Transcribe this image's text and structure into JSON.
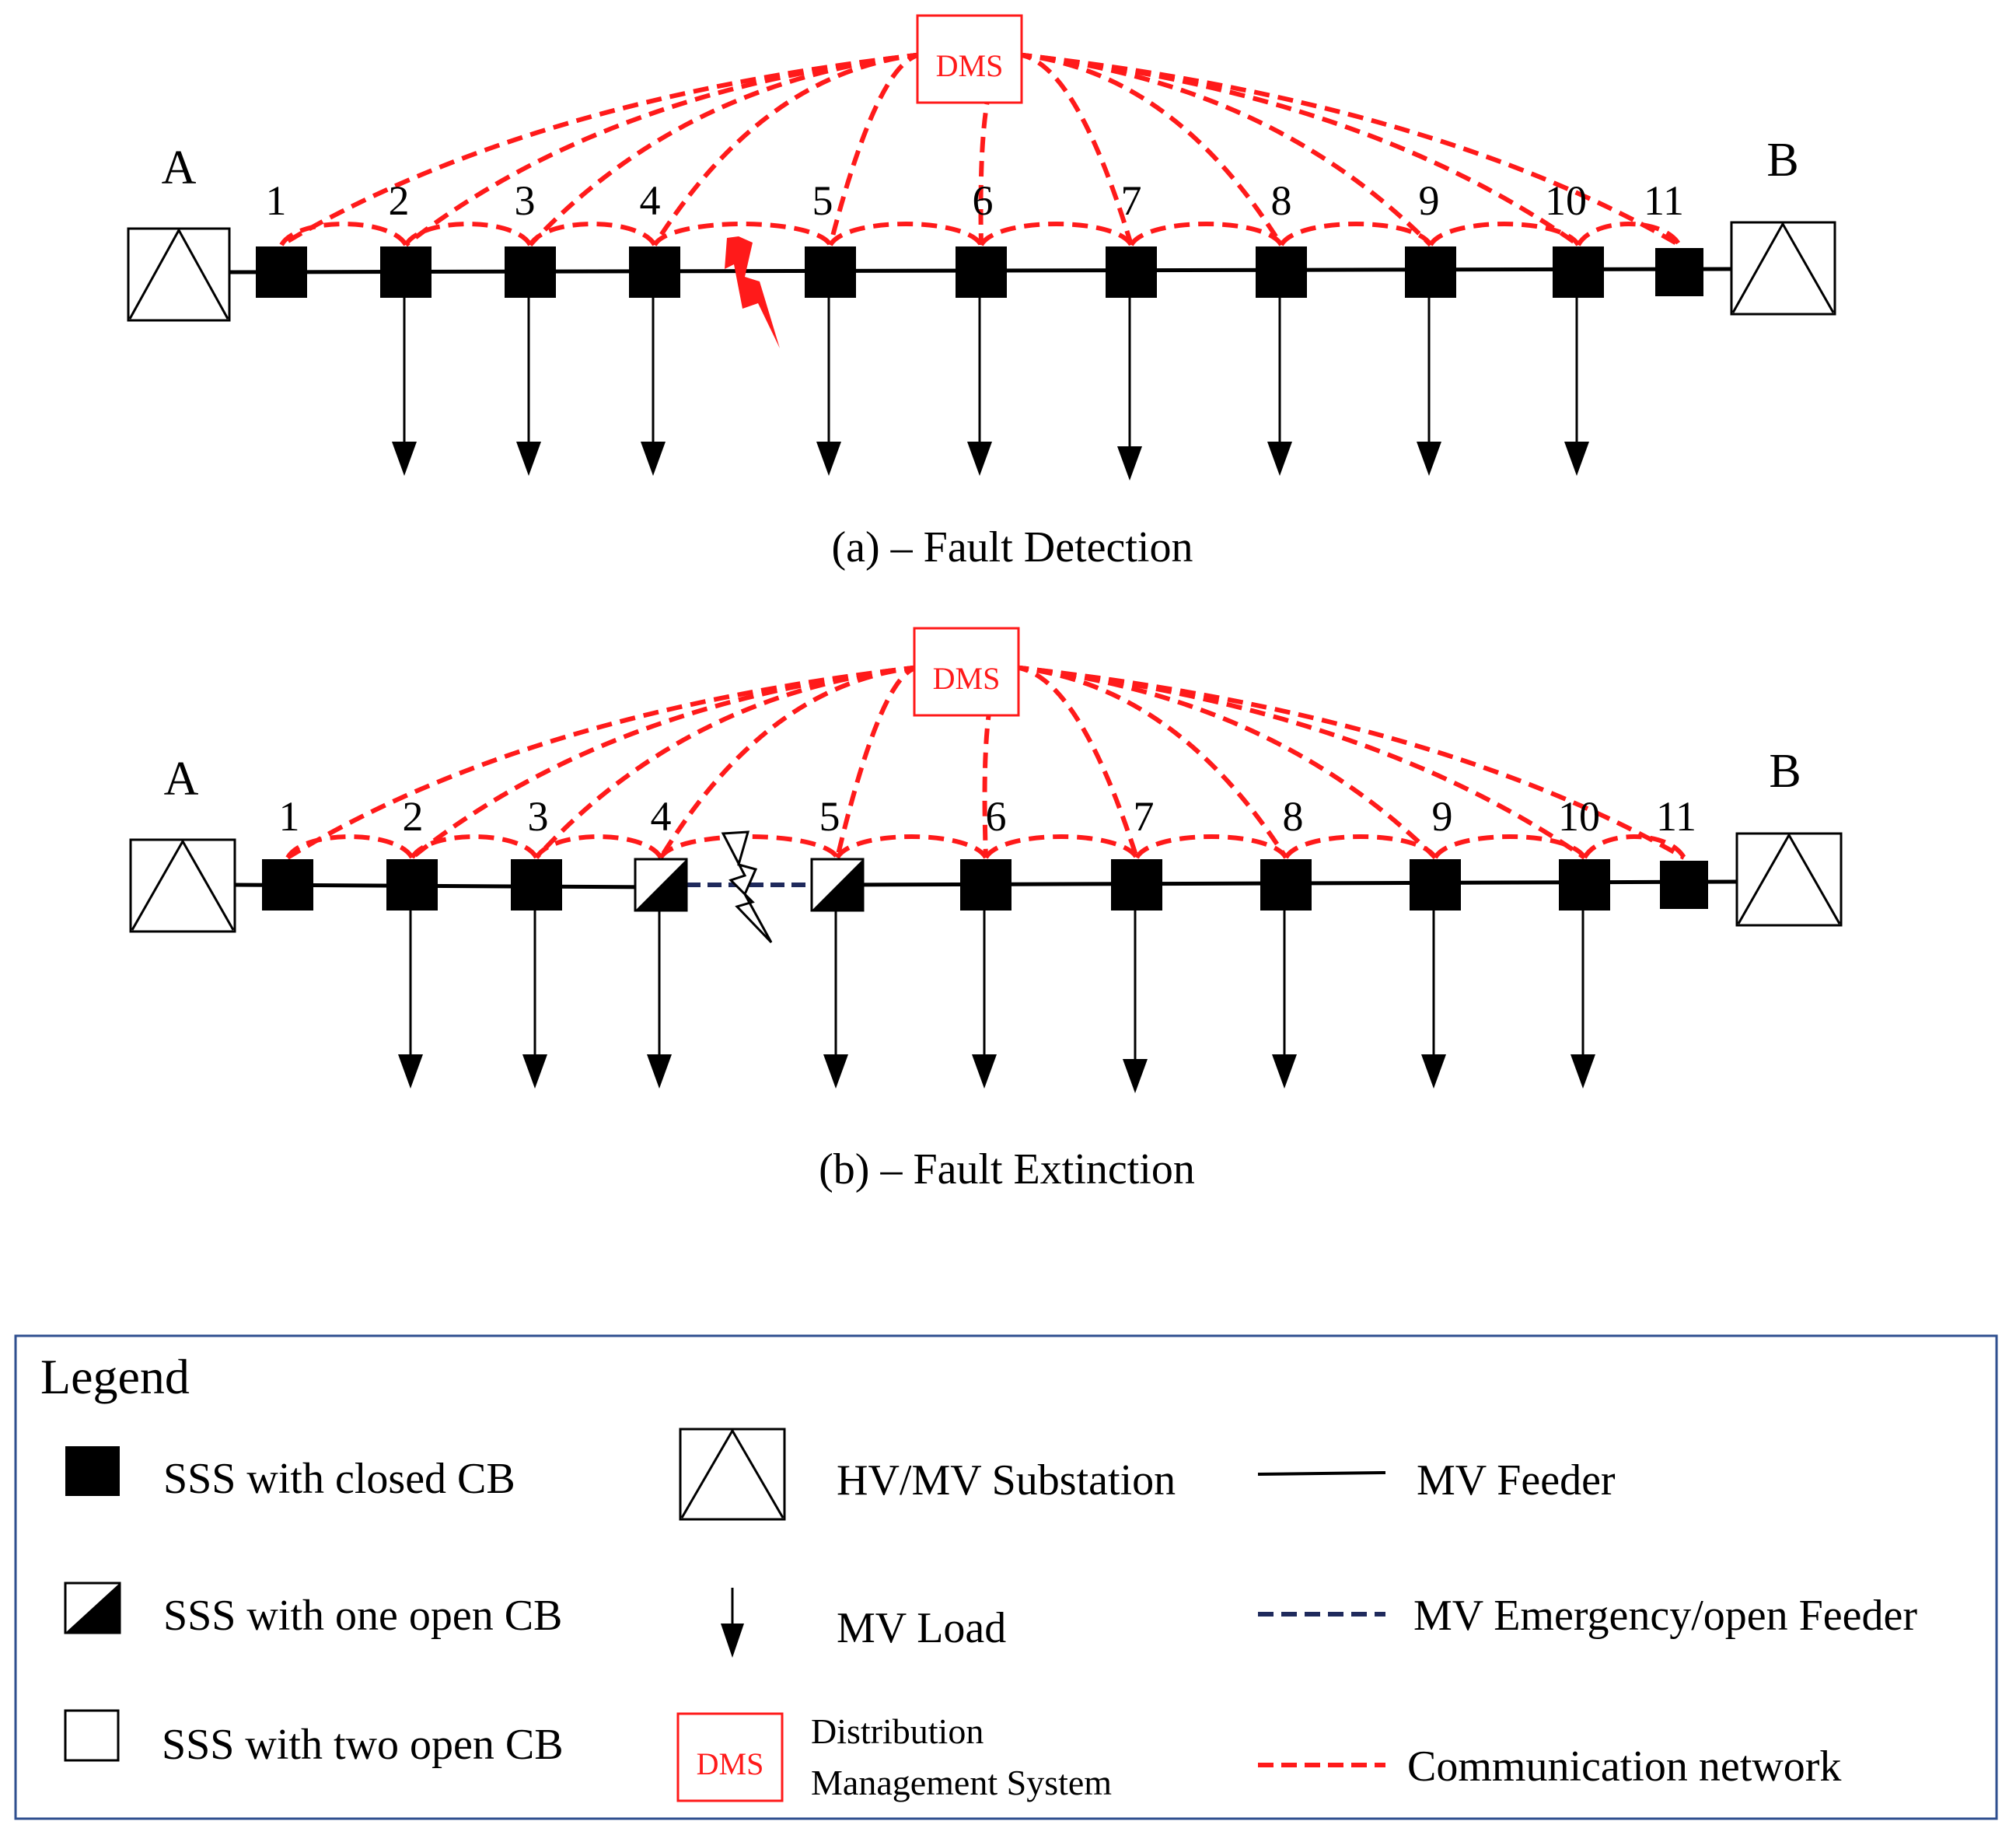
{
  "colors": {
    "communication": "#ff1a1a",
    "emergency_feeder": "#1f2a5c",
    "feeder": "#000000",
    "legend_border": "#2f4f8f",
    "fault_bolt": "#ff1a1a"
  },
  "diagrams": [
    {
      "id": "a",
      "caption": "(a) – Fault Detection",
      "dms_label": "DMS",
      "left_substation_label": "A",
      "right_substation_label": "B",
      "node_labels": [
        "1",
        "2",
        "3",
        "4",
        "5",
        "6",
        "7",
        "8",
        "9",
        "10",
        "11"
      ],
      "node_states": [
        "closed",
        "closed",
        "closed",
        "closed",
        "closed",
        "closed",
        "closed",
        "closed",
        "closed",
        "closed",
        "closed"
      ],
      "fault_between_nodes": [
        4,
        5
      ],
      "fault_style": "active",
      "emergency_open_between_nodes": null
    },
    {
      "id": "b",
      "caption": "(b) – Fault Extinction",
      "dms_label": "DMS",
      "left_substation_label": "A",
      "right_substation_label": "B",
      "node_labels": [
        "1",
        "2",
        "3",
        "4",
        "5",
        "6",
        "7",
        "8",
        "9",
        "10",
        "11"
      ],
      "node_states": [
        "closed",
        "closed",
        "closed",
        "one-open-left",
        "one-open-right",
        "closed",
        "closed",
        "closed",
        "closed",
        "closed",
        "closed"
      ],
      "fault_between_nodes": [
        4,
        5
      ],
      "fault_style": "extinguished",
      "emergency_open_between_nodes": [
        4,
        5
      ]
    }
  ],
  "legend": {
    "title": "Legend",
    "items": [
      {
        "key": "closed_cb",
        "symbol": "sss-closed",
        "label": "SSS with closed CB"
      },
      {
        "key": "one_open_cb",
        "symbol": "sss-one-open",
        "label": "SSS with one open CB"
      },
      {
        "key": "two_open_cb",
        "symbol": "sss-two-open",
        "label": "SSS with two open CB"
      },
      {
        "key": "substation",
        "symbol": "substation",
        "label": "HV/MV  Substation"
      },
      {
        "key": "load",
        "symbol": "load-arrow",
        "label": "MV Load"
      },
      {
        "key": "dms",
        "symbol": "dms-box",
        "symbol_text": "DMS",
        "label_line1": "Distribution",
        "label_line2": "Management  System"
      },
      {
        "key": "feeder",
        "symbol": "solid-line",
        "label": "MV  Feeder"
      },
      {
        "key": "emergency",
        "symbol": "dashed-navy-line",
        "label": "MV  Emergency/open  Feeder"
      },
      {
        "key": "comm",
        "symbol": "dashed-red-line",
        "label": "Communication  network"
      }
    ]
  }
}
